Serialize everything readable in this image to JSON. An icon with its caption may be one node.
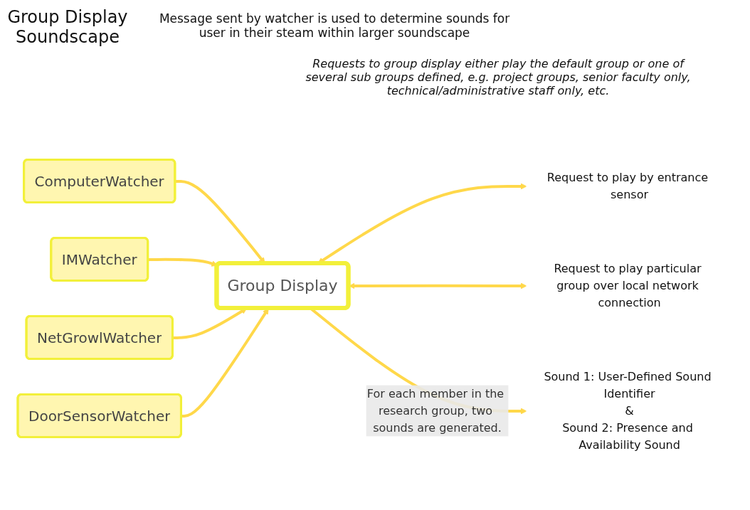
{
  "diagram": {
    "title": "Group Display Soundscape",
    "nodes": [
      {
        "text": [
          "ComputerWatcher"
        ]
      },
      {
        "text": [
          "IMWatcher"
        ]
      },
      {
        "text": [
          "NetGrowlWatcher"
        ]
      },
      {
        "text": [
          "DoorSensorWatcher"
        ]
      },
      {
        "text": [
          "Group Display"
        ]
      },
      {
        "text": [
          "Request to play by entrance sensor"
        ]
      },
      {
        "text": [
          "Request to play particular group over local network connection"
        ]
      },
      {
        "text": [
          "Sound 1: User-Defined Sound Identifier",
          "&",
          "Sound 2: Presence and Availability Sound"
        ]
      }
    ],
    "edges": [
      {
        "from": 0,
        "to": 4,
        "arrow": "to"
      },
      {
        "from": 1,
        "to": 4,
        "arrow": "to"
      },
      {
        "from": 2,
        "to": 4,
        "arrow": "to"
      },
      {
        "from": 3,
        "to": 4,
        "arrow": "to"
      },
      {
        "from": 4,
        "to": 5,
        "arrow": "both"
      },
      {
        "from": 4,
        "to": 6,
        "arrow": "both"
      },
      {
        "from": 4,
        "to": 7,
        "arrow": "to",
        "label": "For each member in the research group, two sounds are generated."
      }
    ],
    "labels": [
      "Message sent by watcher is used to determine sounds for user in their steam within larger soundscape",
      "Requests to group display either play the default group or one of several sub groups defined, e.g. project groups, senior faculty only, technical/administrative staff only, etc."
    ]
  }
}
